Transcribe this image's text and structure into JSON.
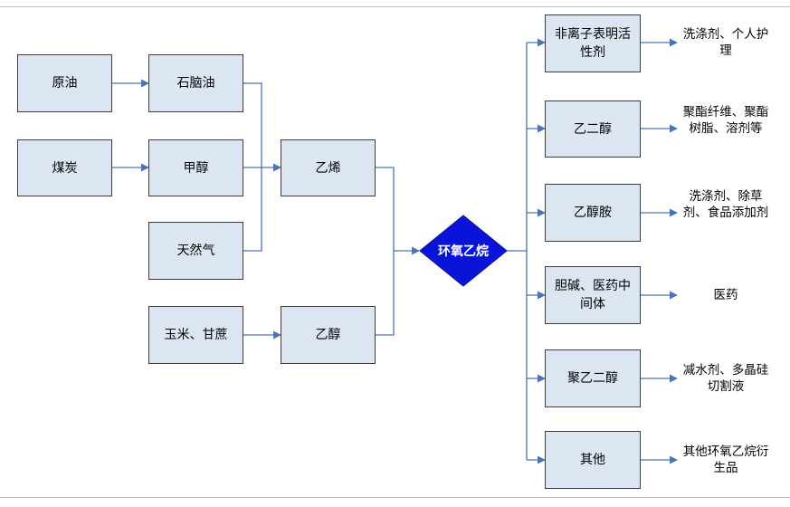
{
  "colors": {
    "box_fill": "#dce6f2",
    "box_border": "#3c3c3c",
    "connector": "#4a74b6",
    "diamond": "#0a14d8",
    "rule": "#bfbfbf"
  },
  "sources": {
    "crude_oil": "原油",
    "coal": "煤炭",
    "corn_sugarcane": "玉米、甘蔗"
  },
  "intermediates": {
    "naphtha": "石脑油",
    "methanol": "甲醇",
    "natural_gas": "天然气"
  },
  "precursors": {
    "ethylene": "乙烯",
    "ethanol": "乙醇"
  },
  "center": {
    "label": "环氧乙烷"
  },
  "products": [
    {
      "label": "非离子表明活性剂",
      "use": "洗涤剂、个人护理"
    },
    {
      "label": "乙二醇",
      "use": "聚酯纤维、聚酯树脂、溶剂等"
    },
    {
      "label": "乙醇胺",
      "use": "洗涤剂、除草剂、食品添加剂"
    },
    {
      "label": "胆碱、医药中间体",
      "use": "医药"
    },
    {
      "label": "聚乙二醇",
      "use": "减水剂、多晶硅切割液"
    },
    {
      "label": "其他",
      "use": "其他环氧乙烷衍生品"
    }
  ]
}
